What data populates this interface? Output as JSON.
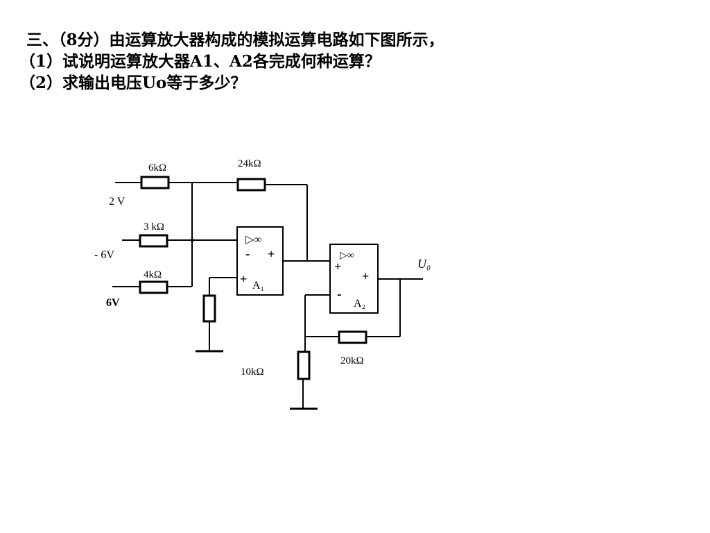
{
  "question": {
    "line1": "三、（8分）由运算放大器构成的模拟运算电路如下图所示，",
    "line2": "（1）试说明运算放大器A1、A2各完成何种运算？",
    "line3": "（2）求输出电压Uo等于多少？"
  },
  "circuit": {
    "inputs": {
      "v1": "2 V",
      "v2": "- 6V",
      "v3": "6V"
    },
    "resistors": {
      "r1": "6kΩ",
      "rf1": "24kΩ",
      "r2": "3 kΩ",
      "r3": "4kΩ",
      "r4": "10kΩ",
      "rf2": "20kΩ"
    },
    "amp1": {
      "symbol": "▷∞",
      "inv": "-",
      "noninv": "+",
      "out_sign": "+",
      "label": "A₁"
    },
    "amp2": {
      "symbol": "▷∞",
      "noninv": "+",
      "inv": "-",
      "out_sign": "+",
      "label": "A₂"
    },
    "output_label": "U₀"
  }
}
